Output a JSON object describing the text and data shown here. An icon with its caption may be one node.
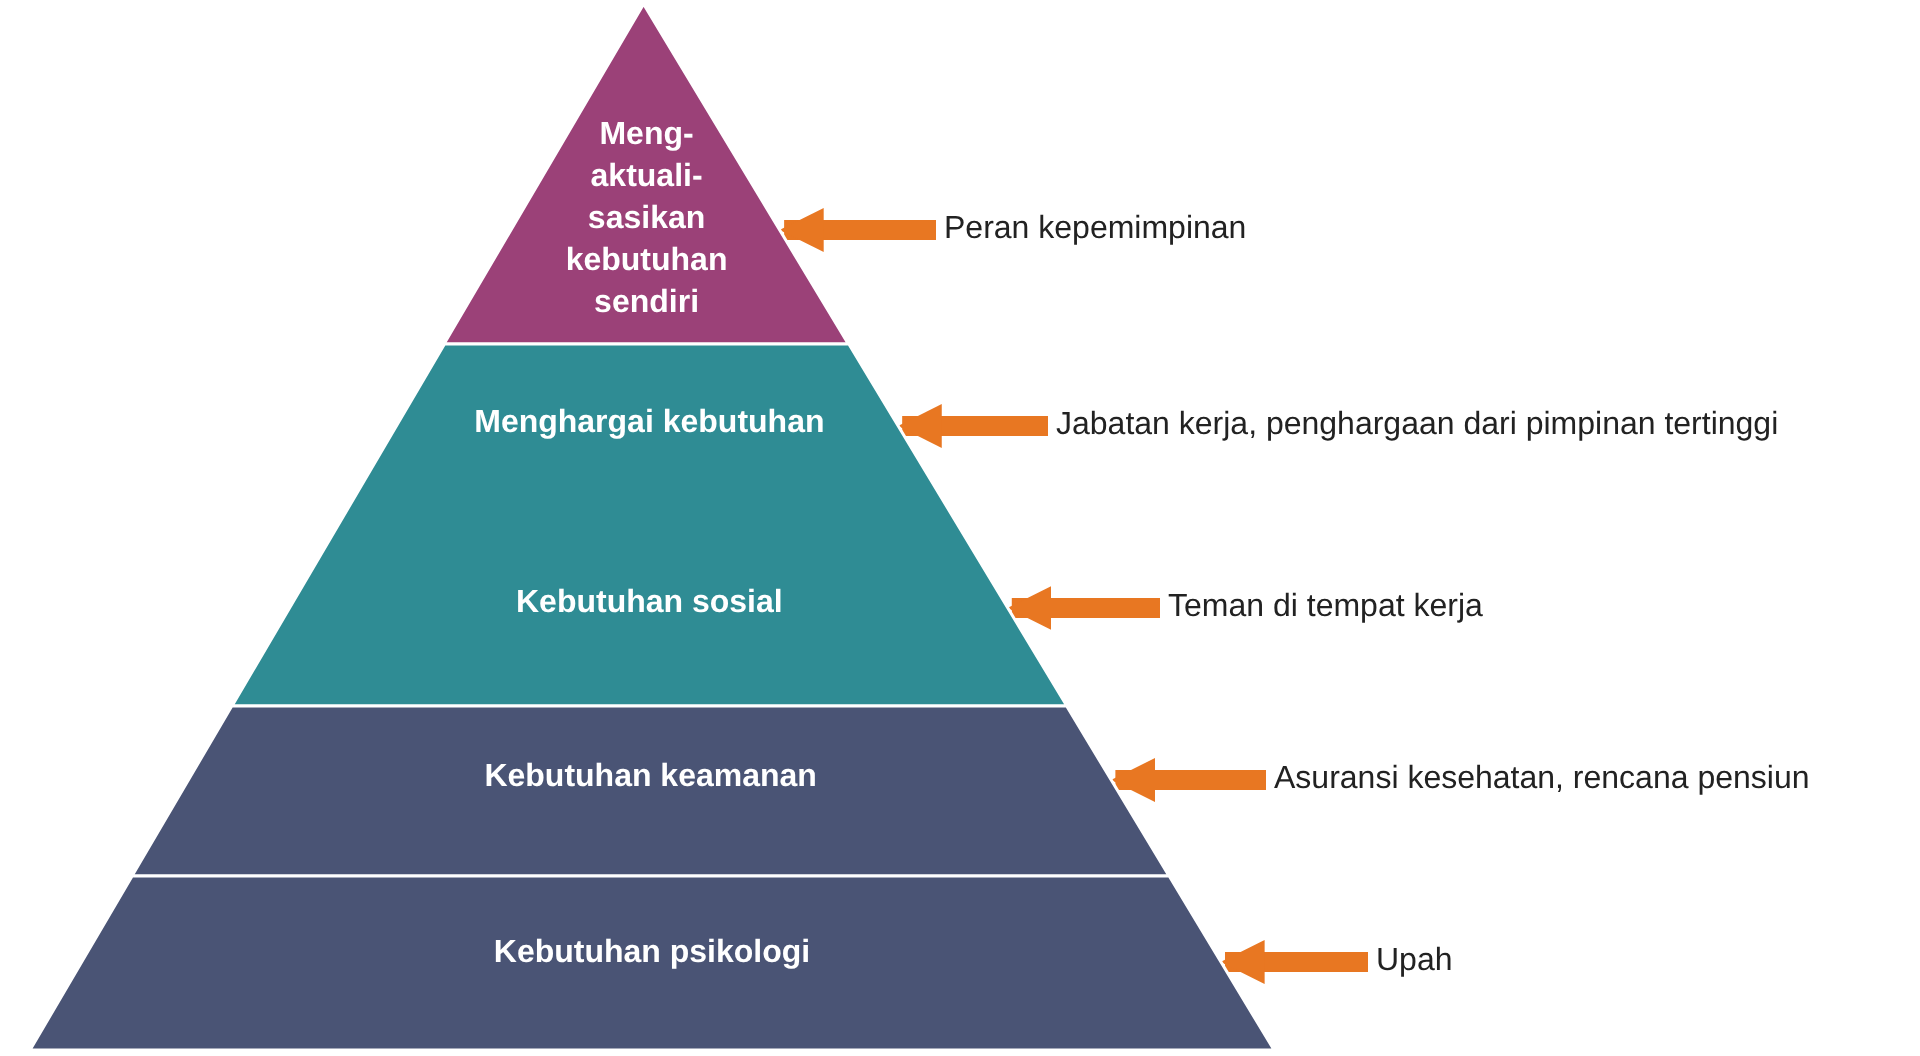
{
  "diagram": {
    "nodes": [
      {
        "text": [
          "Meng- aktuali- sasikan kebutuhan sendiri"
        ]
      },
      {
        "text": [
          "Menghargai kebutuhan",
          "Kebutuhan sosial"
        ]
      },
      {
        "text": [
          "Kebutuhan keamanan"
        ]
      },
      {
        "text": [
          "Kebutuhan psikologi"
        ]
      },
      {
        "text": [
          "Peran kepemimpinan"
        ]
      },
      {
        "text": [
          "Jabatan kerja, penghargaan dari pimpinan tertinggi"
        ]
      },
      {
        "text": [
          "Teman di tempat kerja"
        ]
      },
      {
        "text": [
          "Asuransi kesehatan, rencana pensiun"
        ]
      },
      {
        "text": [
          "Upah"
        ]
      }
    ],
    "edges": [
      {
        "from": 4,
        "to": 0,
        "arrow": "to"
      },
      {
        "from": 5,
        "to": 1,
        "arrow": "to"
      },
      {
        "from": 6,
        "to": 1,
        "arrow": "to"
      },
      {
        "from": 7,
        "to": 2,
        "arrow": "to"
      },
      {
        "from": 8,
        "to": 3,
        "arrow": "to"
      }
    ]
  }
}
